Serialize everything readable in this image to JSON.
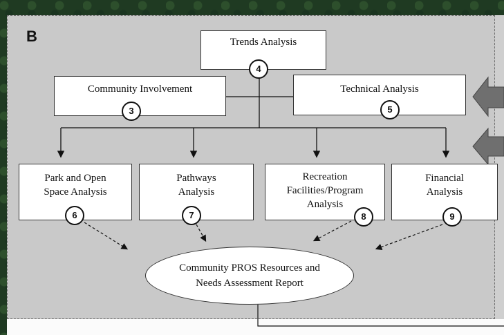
{
  "panel_letter": "B",
  "nodes": {
    "trends": {
      "label": "Trends Analysis",
      "number": "4"
    },
    "community": {
      "label": "Community Involvement",
      "number": "3"
    },
    "technical": {
      "label": "Technical Analysis",
      "number": "5"
    },
    "park": {
      "label": "Park and Open\nSpace Analysis",
      "number": "6"
    },
    "pathways": {
      "label": "Pathways\nAnalysis",
      "number": "7"
    },
    "recreation": {
      "label": "Recreation\nFacilities/Program\nAnalysis",
      "number": "8"
    },
    "financial": {
      "label": "Financial\nAnalysis",
      "number": "9"
    }
  },
  "report": {
    "label": "Community PROS Resources and\nNeeds Assessment Report"
  },
  "colors": {
    "panel": "#c9c9c9",
    "box": "#ffffff",
    "arrow": "#6f6f6f",
    "line": "#111111"
  }
}
